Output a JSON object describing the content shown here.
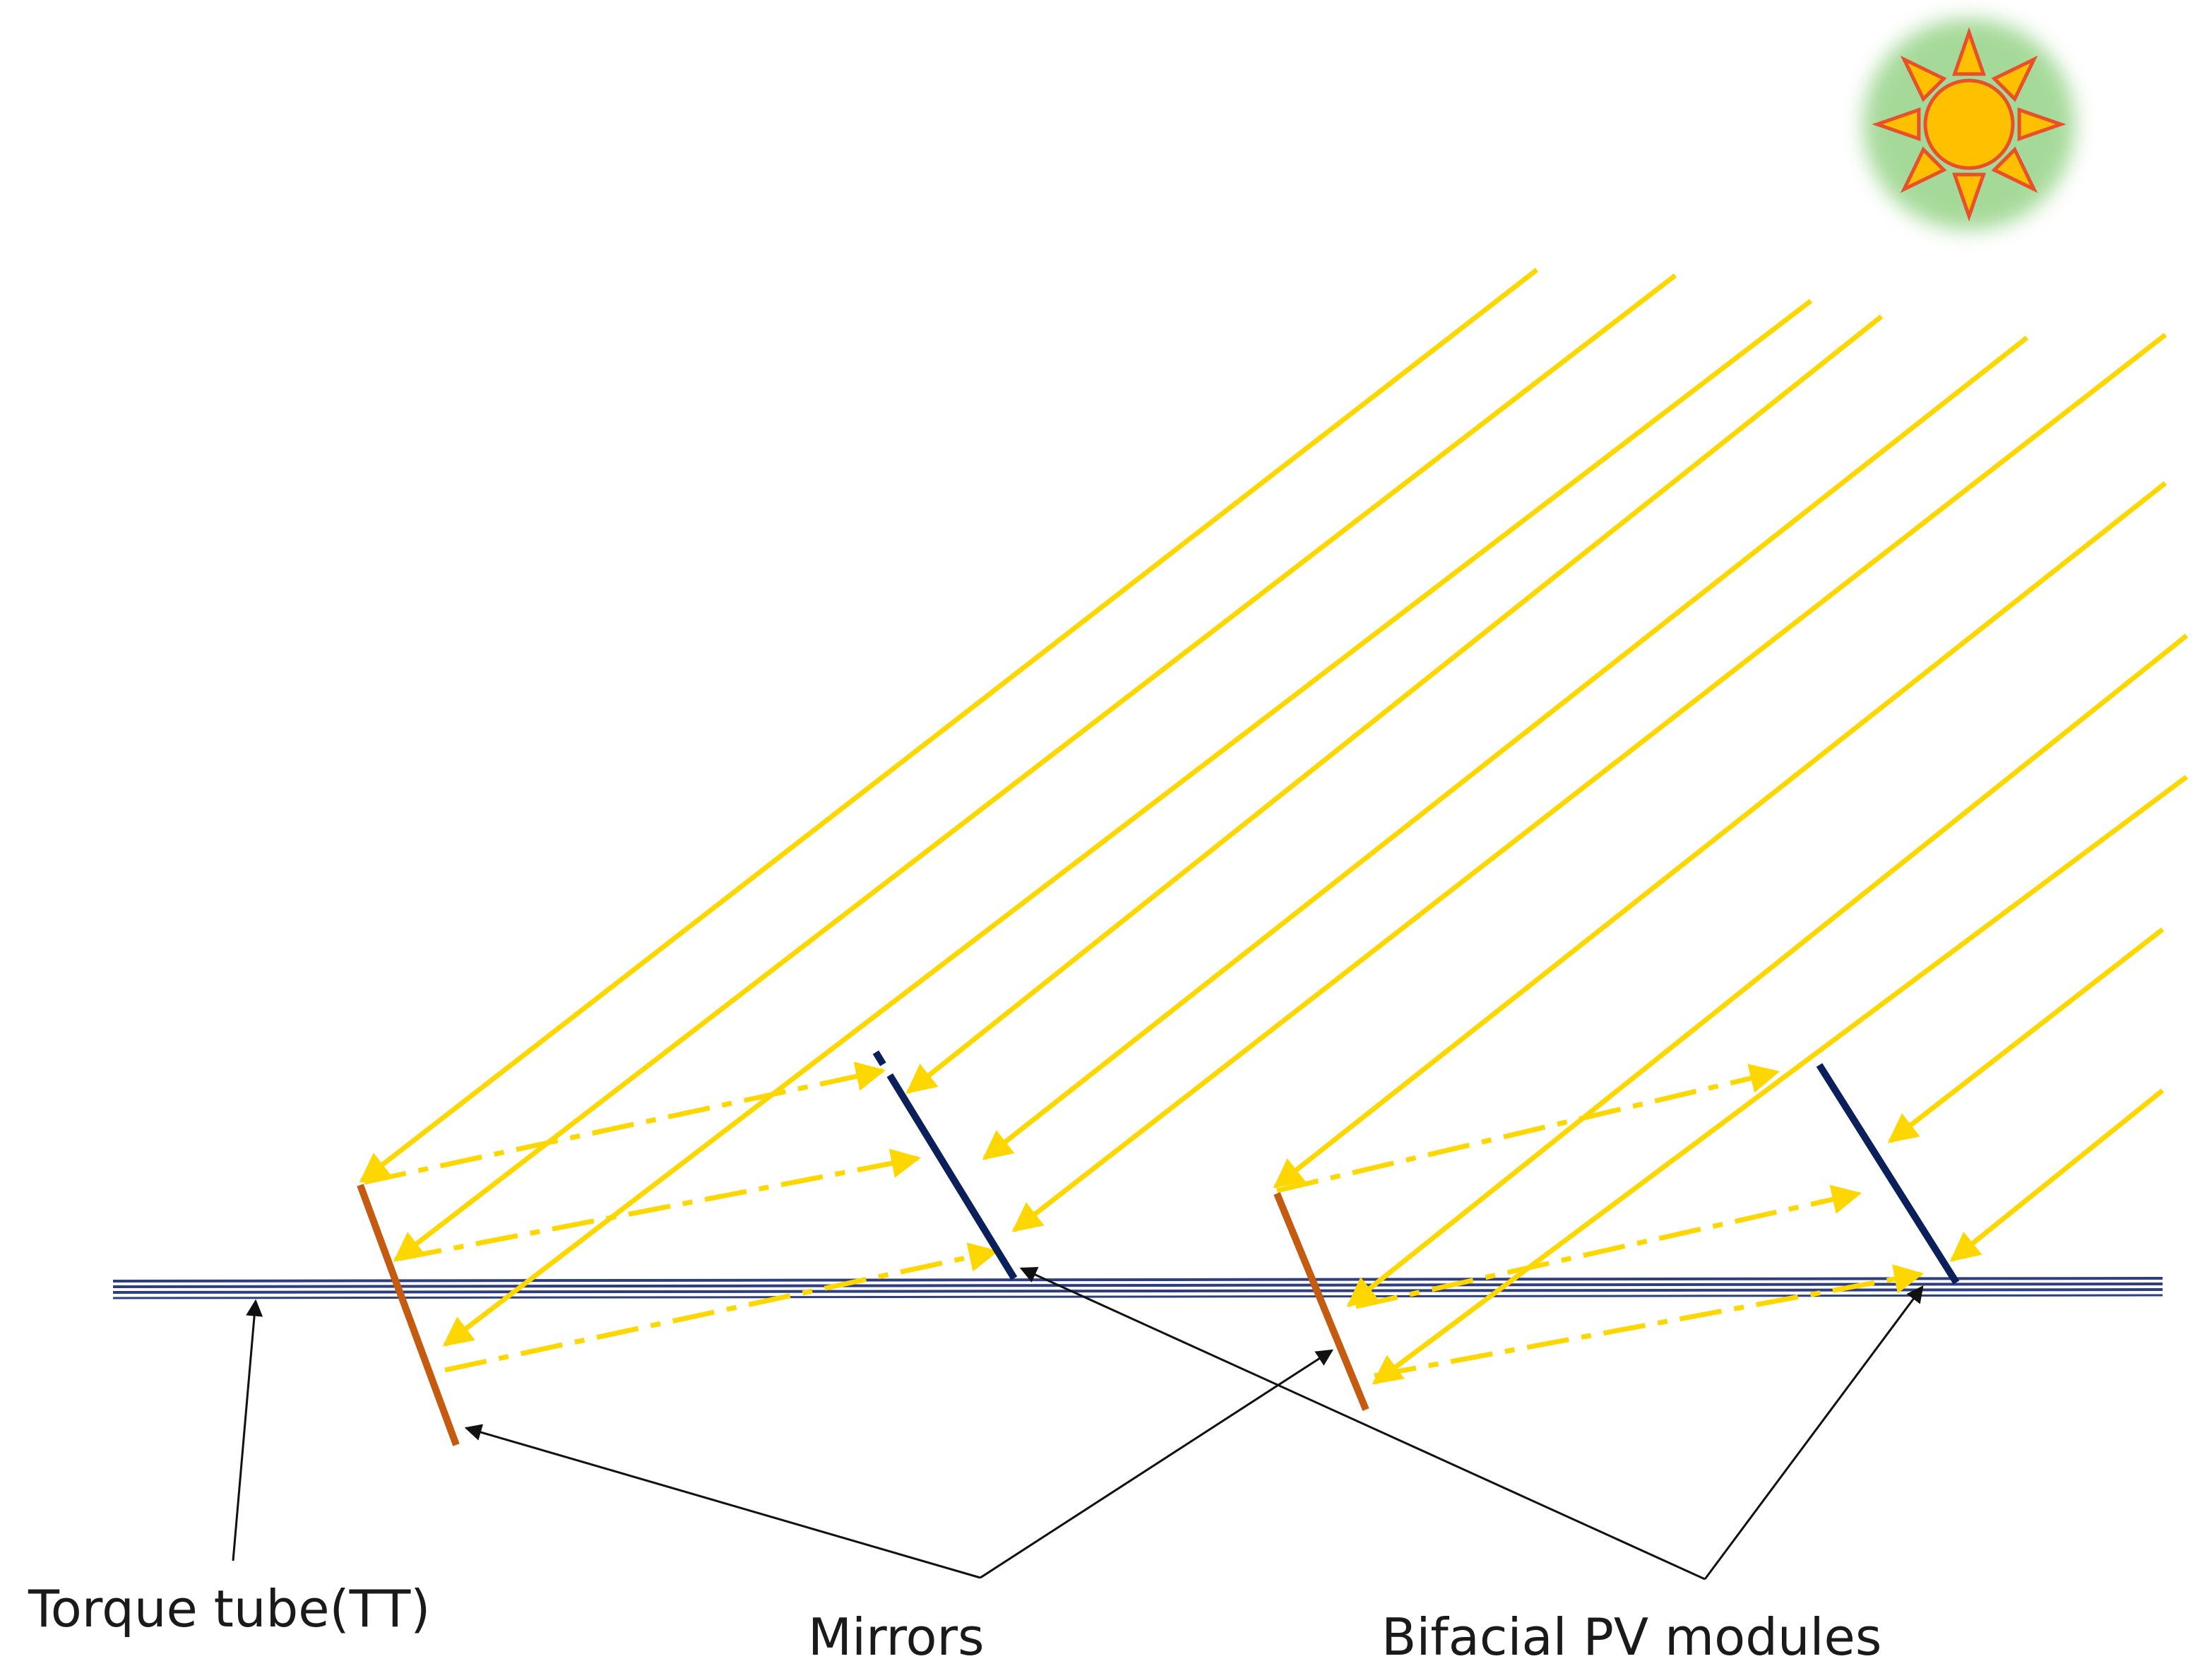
{
  "labels": {
    "torque_tube": "Torque tube(TT)",
    "mirrors": "Mirrors",
    "pv_modules": "Bifacial PV modules"
  },
  "colors": {
    "sun_fill": "#FFC000",
    "sun_stroke": "#E8502A",
    "sun_glow": "#5DBB46",
    "ray": "#FFD700",
    "reflected_ray": "#FFD700",
    "mirror": "#C55A11",
    "pv_module": "#0B1F5B",
    "torque_tube": "#2E3E7E",
    "leader": "#111111"
  },
  "icons": {
    "sun": "sun-icon"
  }
}
